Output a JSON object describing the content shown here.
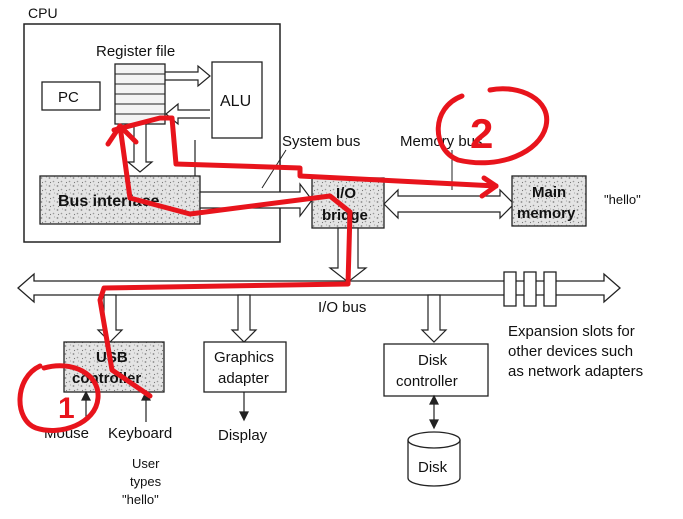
{
  "labels": {
    "cpu": "CPU",
    "register_file": "Register file",
    "pc": "PC",
    "alu": "ALU",
    "system_bus": "System bus",
    "memory_bus": "Memory bus",
    "bus_interface": "Bus interface",
    "io_bridge_line1": "I/O",
    "io_bridge_line2": "bridge",
    "main_memory_line1": "Main",
    "main_memory_line2": "memory",
    "hello_memory": "\"hello\"",
    "io_bus": "I/O bus",
    "expansion_line1": "Expansion slots for",
    "expansion_line2": "other devices such",
    "expansion_line3": "as network adapters",
    "usb_line1": "USB",
    "usb_line2": "controller",
    "graphics_line1": "Graphics",
    "graphics_line2": "adapter",
    "disk_controller_line1": "Disk",
    "disk_controller_line2": "controller",
    "mouse": "Mouse",
    "keyboard": "Keyboard",
    "display": "Display",
    "disk": "Disk",
    "user_line1": "User",
    "user_line2": "types",
    "user_line3": "\"hello\""
  },
  "annotations": {
    "step_1": "1",
    "step_2": "2",
    "color": "#e8141c"
  }
}
